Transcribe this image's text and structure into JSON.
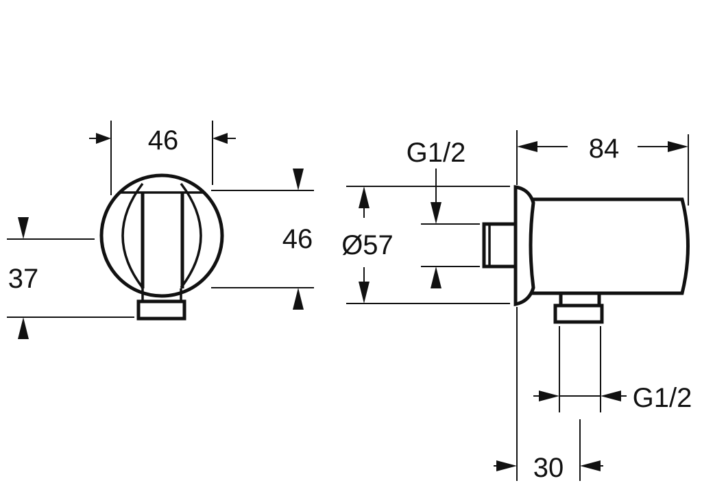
{
  "front_view": {
    "width_label": "46",
    "height_label": "46",
    "offset_label": "37"
  },
  "side_view": {
    "depth_label": "84",
    "diameter_label": "Ø57",
    "inlet_thread_label": "G1/2",
    "outlet_thread_label": "G1/2",
    "outlet_offset_label": "30"
  },
  "colors": {
    "line": "#111111",
    "background": "#ffffff"
  }
}
